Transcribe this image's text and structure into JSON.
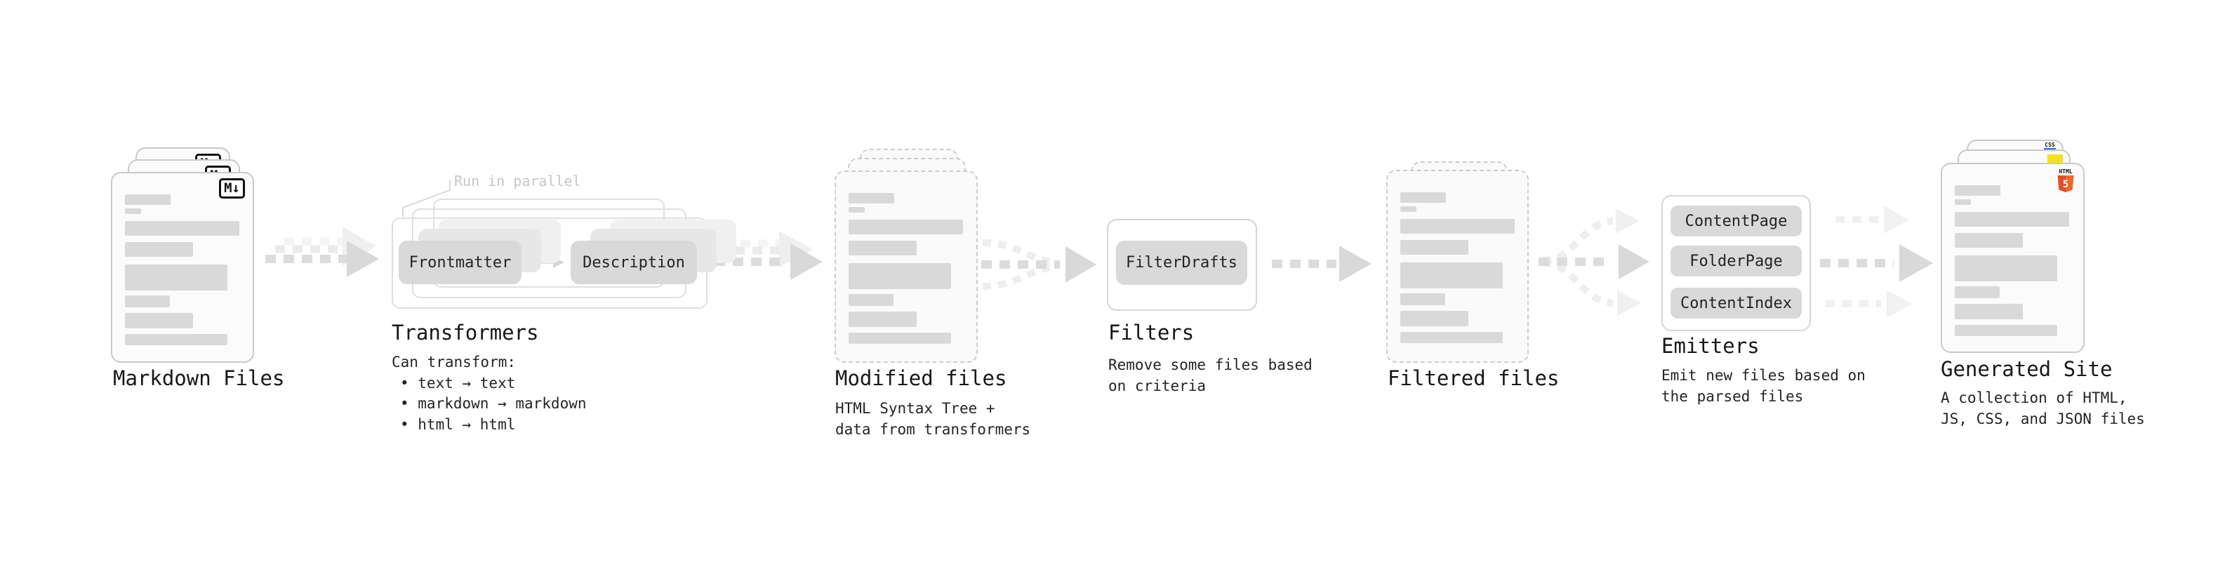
{
  "stages": {
    "markdown_files": {
      "label": "Markdown Files",
      "badge": "M↓"
    },
    "transformers": {
      "label": "Transformers",
      "annotation": "Run in parallel",
      "pill_left": "Frontmatter",
      "pill_right": "Description",
      "desc_title": "Can transform:",
      "bullets": [
        "• text → text",
        "• markdown → markdown",
        "• html → html"
      ]
    },
    "modified_files": {
      "label": "Modified files",
      "desc_lines": [
        "HTML Syntax Tree +",
        "data from transformers"
      ]
    },
    "filters": {
      "label": "Filters",
      "pill": "FilterDrafts",
      "desc_lines": [
        "Remove some files based",
        "on criteria"
      ]
    },
    "filtered_files": {
      "label": "Filtered files"
    },
    "emitters": {
      "label": "Emitters",
      "pills": [
        "ContentPage",
        "FolderPage",
        "ContentIndex"
      ],
      "desc_lines": [
        "Emit new files based on",
        "the parsed files"
      ]
    },
    "generated_site": {
      "label": "Generated Site",
      "desc_lines": [
        "A collection of HTML,",
        "JS, CSS, and JSON files"
      ],
      "badges": {
        "css_label": "CSS",
        "css_color": "#2965f1",
        "js_color": "#f7df1e",
        "html_label": "HTML",
        "html_number": "5",
        "html_color": "#e44d26",
        "html_color_light": "#f16529"
      }
    }
  },
  "colors": {
    "pill_gray": "#d9d9d9",
    "arrow_gray": "#dcdcdc",
    "arrow_faint": "#f0f0f0",
    "annotation_gray": "#c6c6c6"
  }
}
